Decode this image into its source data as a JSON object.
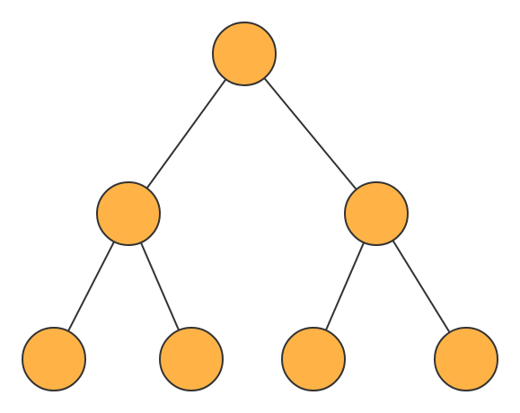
{
  "diagram": {
    "type": "binary-tree",
    "colors": {
      "node_fill": "#FFB347",
      "node_stroke": "#333333",
      "edge_stroke": "#333333",
      "background": "#FFFFFF"
    },
    "nodes": [
      {
        "id": "root"
      },
      {
        "id": "left-child"
      },
      {
        "id": "right-child"
      },
      {
        "id": "left-left-leaf"
      },
      {
        "id": "left-right-leaf"
      },
      {
        "id": "right-left-leaf"
      },
      {
        "id": "right-right-leaf"
      }
    ],
    "edges": [
      {
        "from": "root",
        "to": "left-child"
      },
      {
        "from": "root",
        "to": "right-child"
      },
      {
        "from": "left-child",
        "to": "left-left-leaf"
      },
      {
        "from": "left-child",
        "to": "left-right-leaf"
      },
      {
        "from": "right-child",
        "to": "right-left-leaf"
      },
      {
        "from": "right-child",
        "to": "right-right-leaf"
      }
    ]
  }
}
